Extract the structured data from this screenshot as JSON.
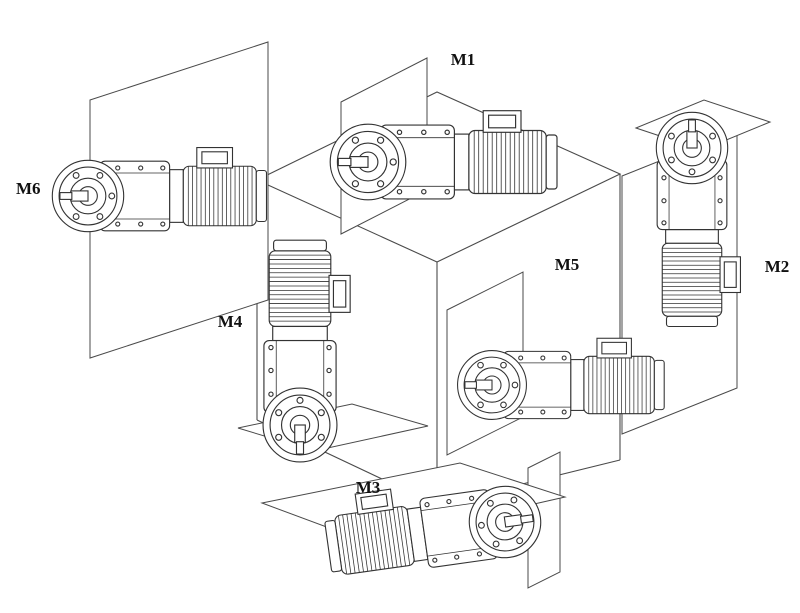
{
  "figure": {
    "background_color": "#ffffff",
    "line_color": "#333333",
    "label_color": "#111111"
  },
  "labels": {
    "m1": "M1",
    "m2": "M2",
    "m3": "M3",
    "m4": "M4",
    "m5": "M5",
    "m6": "M6"
  }
}
